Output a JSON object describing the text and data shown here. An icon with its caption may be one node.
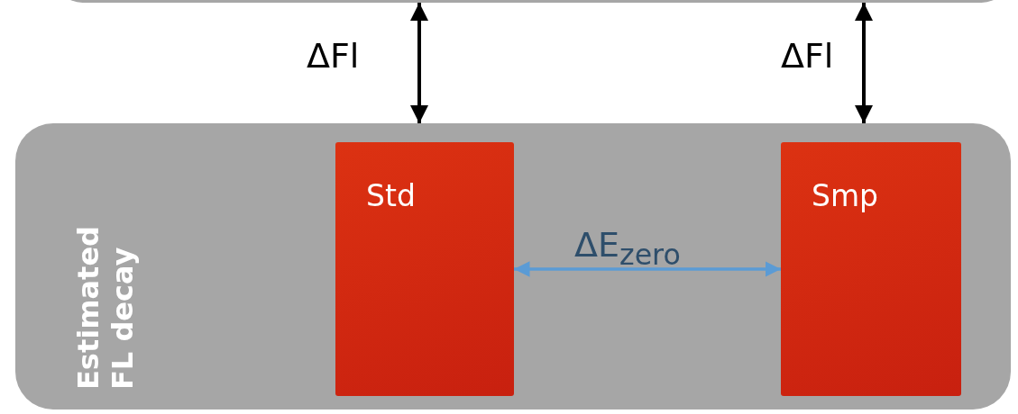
{
  "diagram": {
    "nodes": [
      {
        "text": [],
        "shape": "box"
      },
      {
        "text": [
          "Estimated FL decay"
        ]
      },
      {
        "text": [
          "Std"
        ],
        "in": 1
      },
      {
        "text": [
          "Smp"
        ],
        "in": 1
      }
    ],
    "edges": [
      {
        "from": 0,
        "to": 1,
        "arrow": "both",
        "label": "ΔFl"
      },
      {
        "from": 0,
        "to": 1,
        "arrow": "both",
        "label": "ΔFl"
      },
      {
        "from": 2,
        "to": 3,
        "arrow": "both",
        "label": "ΔE$_{zero}$",
        "color": "#5b9bd5"
      }
    ]
  }
}
